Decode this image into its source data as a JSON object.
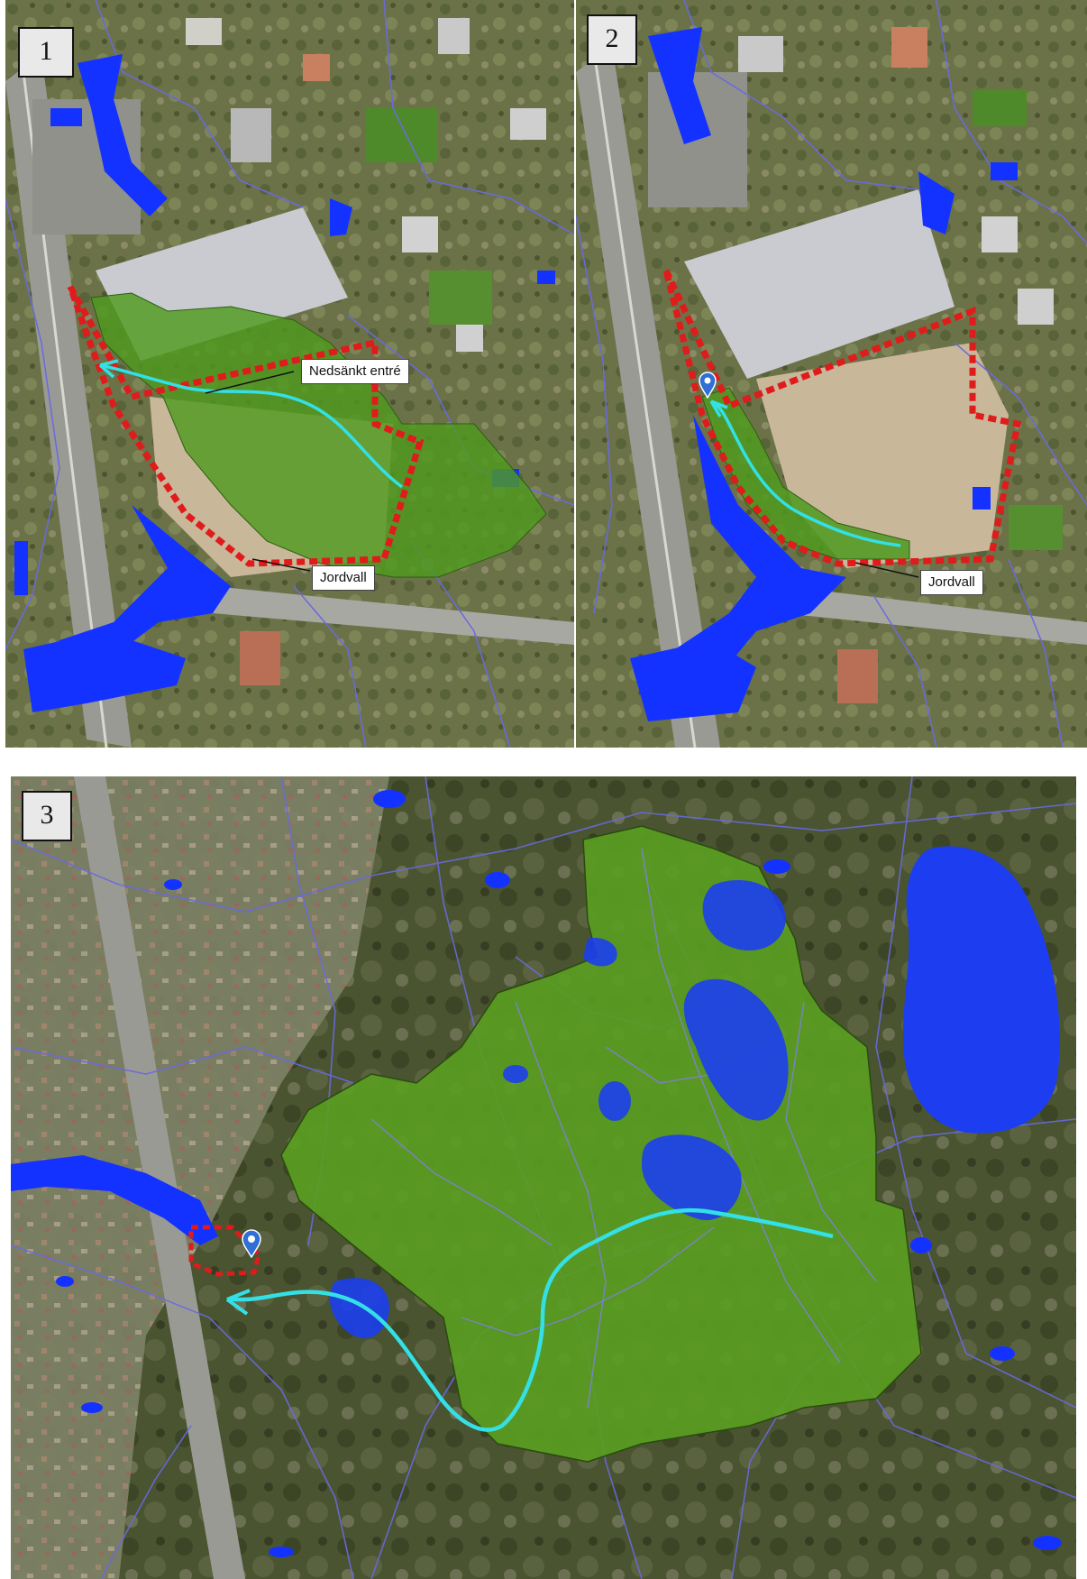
{
  "panels": [
    {
      "number": "1",
      "callouts": [
        "Nedsänkt entré",
        "Jordvall"
      ]
    },
    {
      "number": "2",
      "callouts": [
        "Jordvall"
      ]
    },
    {
      "number": "3",
      "callouts": []
    }
  ],
  "colors": {
    "catchment": "#4f9a1f",
    "flow_path": "#33e0e6",
    "flood_water": "#1432ff",
    "boundary": "#e01b1b",
    "streams": "#6a6adf",
    "aerial_dark": "#3e4a2a",
    "aerial_light": "#8c9070"
  },
  "icons": [
    "map-pin-icon"
  ]
}
